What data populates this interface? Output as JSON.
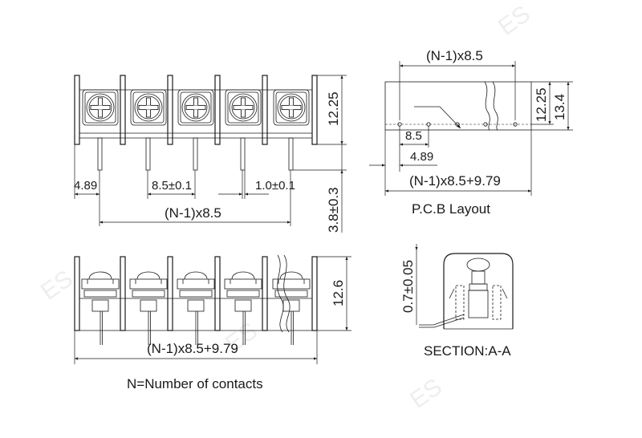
{
  "top_view": {
    "dim_pitch_tol": "8.5±0.1",
    "dim_edge": "4.89",
    "dim_pin": "1.0±0.1",
    "dim_span": "(N-1)x8.5",
    "dim_height": "12.25",
    "dim_pin_len": "3.8±0.3"
  },
  "pcb_layout": {
    "dim_top": "(N-1)x8.5",
    "dim_h1": "12.25",
    "dim_h2": "13.4",
    "dim_pitch": "8.5",
    "dim_edge": "4.89",
    "dim_total": "(N-1)x8.5+9.79",
    "label": "P.C.B Layout"
  },
  "front_view": {
    "dim_height": "12.6",
    "dim_total": "(N-1)x8.5+9.79"
  },
  "section": {
    "dim_gap": "0.7±0.05",
    "label": "SECTION:A-A"
  },
  "legend": {
    "note": "N=Number of contacts"
  },
  "watermark": {
    "mark": "ES"
  }
}
